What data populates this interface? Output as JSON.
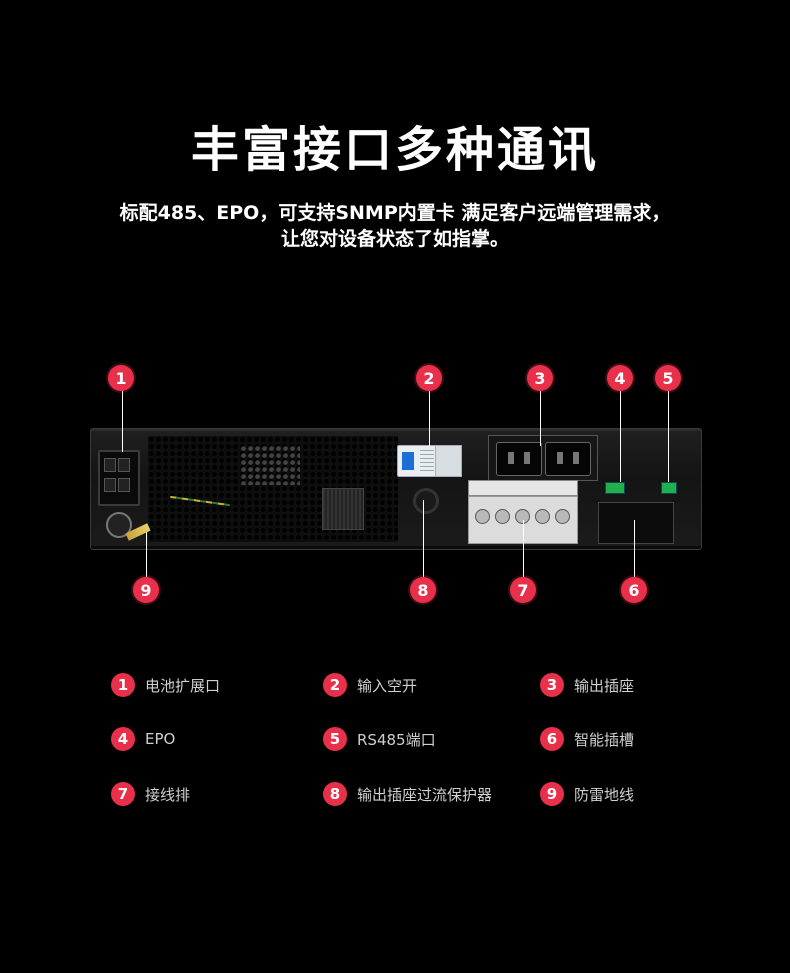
{
  "header": {
    "title": "丰富接口多种通讯",
    "subtitle_line1": "标配485、EPO，可支持SNMP内置卡 满足客户远端管理需求，",
    "subtitle_line2": "让您对设备状态了如指掌。"
  },
  "callouts": [
    "1",
    "2",
    "3",
    "4",
    "5",
    "6",
    "7",
    "8",
    "9"
  ],
  "legend": [
    {
      "num": "1",
      "label": "电池扩展口"
    },
    {
      "num": "2",
      "label": "输入空开"
    },
    {
      "num": "3",
      "label": "输出插座"
    },
    {
      "num": "4",
      "label": "EPO"
    },
    {
      "num": "5",
      "label": "RS485端口"
    },
    {
      "num": "6",
      "label": "智能插槽"
    },
    {
      "num": "7",
      "label": "接线排"
    },
    {
      "num": "8",
      "label": "输出插座过流保护器"
    },
    {
      "num": "9",
      "label": "防雷地线"
    }
  ],
  "colors": {
    "background": "#000000",
    "accent": "#e8304a",
    "legend_text": "#cfcfcf"
  }
}
